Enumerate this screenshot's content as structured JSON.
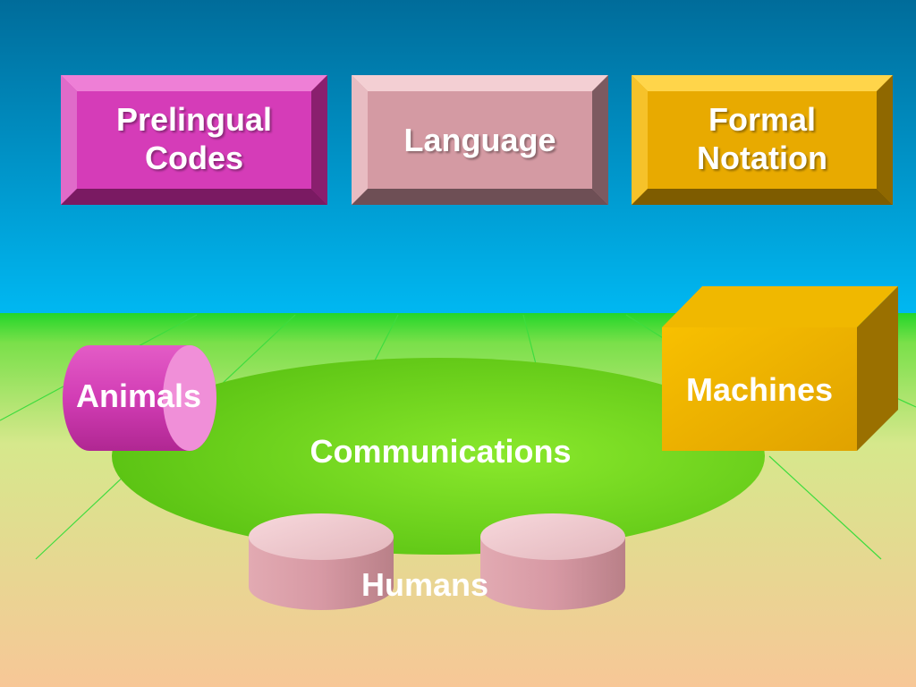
{
  "top_boxes": {
    "prelingual": {
      "label": "Prelingual\nCodes"
    },
    "language": {
      "label": "Language"
    },
    "formal": {
      "label": "Formal\nNotation"
    }
  },
  "scene": {
    "animals": {
      "label": "Animals"
    },
    "machines": {
      "label": "Machines"
    },
    "communications": {
      "label": "Communications"
    },
    "humans": {
      "label": "Humans"
    }
  },
  "colors": {
    "sky_top": "#006c9a",
    "sky_bottom": "#00b4f0",
    "grass": "#2ed82e",
    "ground_bottom": "#f6c89a",
    "ellipse": "#6ed61e",
    "prelingual": "#d93dbc",
    "language": "#d6a0a6",
    "formal": "#e6a800",
    "cylinder_pink": "#d94bbf",
    "cylinder_rose": "#d69aa6",
    "machine_box": "#f0b400"
  }
}
